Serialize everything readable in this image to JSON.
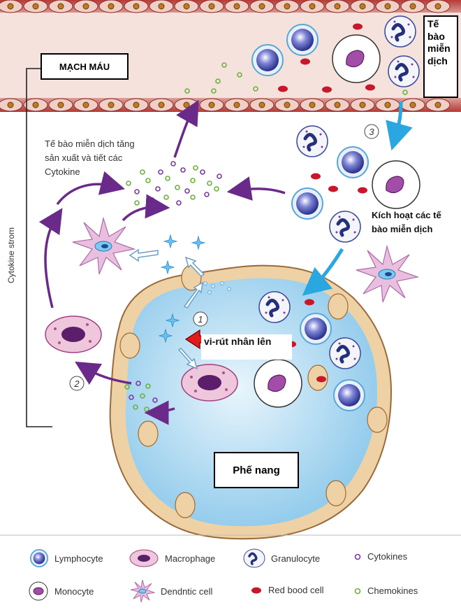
{
  "labels": {
    "blood_vessel": "MẠCH MÁU",
    "immune_cells_box": "Tế bào miễn dịch",
    "immune_increase": "Tế bào miễn dịch tăng sản xuất và tiết các Cytokine",
    "cytokine_storm": "Cytokine strom",
    "activation": "Kích hoạt các tế bào miễn dịch",
    "virus_replication": "vi-rút nhân lên",
    "alveolus": "Phế nang",
    "step1": "1",
    "step2": "2",
    "step3": "3"
  },
  "legend": [
    {
      "icon": "lymphocyte-icon",
      "label": "Lymphocyte"
    },
    {
      "icon": "macrophage-icon",
      "label": "Macrophage"
    },
    {
      "icon": "granulocyte-icon",
      "label": "Granulocyte"
    },
    {
      "icon": "cytokines-icon",
      "label": "Cytokines"
    },
    {
      "icon": "monocyte-icon",
      "label": "Monocyte"
    },
    {
      "icon": "dendritic-cell-icon",
      "label": "Dendntic cell"
    },
    {
      "icon": "red-blood-cell-icon",
      "label": "Red bood cell"
    },
    {
      "icon": "chemokines-icon",
      "label": "Chemokines"
    }
  ],
  "colors": {
    "vessel": "#b73a35",
    "vessel_light": "#f0d6cf",
    "arrow": "#6a2a8a",
    "blue_arrow": "#2aa7e0",
    "alveolus_fill": "#a9d7f0",
    "alveolus_wall": "#efd1a6",
    "red_cell": "#c8162a",
    "cytokine": "#7a3aa0",
    "chemokine": "#6ab23a"
  }
}
